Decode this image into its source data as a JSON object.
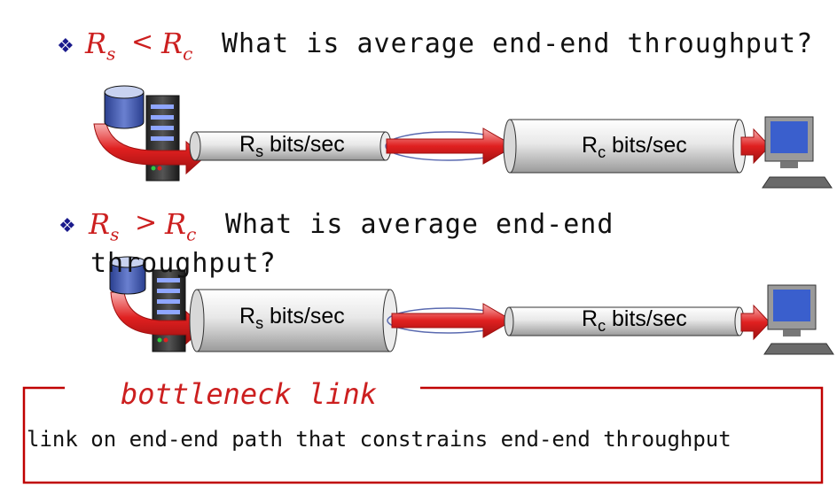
{
  "row1": {
    "bullet": "❖",
    "left_var": "R",
    "left_sub": "s",
    "operator": "<",
    "right_var": "R",
    "right_sub": "c",
    "question": "What is average end-end throughput?"
  },
  "row2": {
    "bullet": "❖",
    "left_var": "R",
    "left_sub": "s",
    "operator": ">",
    "right_var": "R",
    "right_sub": "c",
    "question_line1": "What is average end-end",
    "question_line2": "throughput?"
  },
  "pipes": {
    "rs_main": "R",
    "rs_sub": "s",
    "rs_unit": " bits/sec",
    "rc_main": "R",
    "rc_sub": "c",
    "rc_unit": " bits/sec"
  },
  "bottleneck": {
    "title": "bottleneck link",
    "definition": "link on end-end path that constrains  end-end throughput"
  },
  "colors": {
    "accent_red": "#cc1f1f",
    "arrow_red": "#e02020",
    "bullet_blue": "#1a1a8c",
    "box_red": "#c00000"
  }
}
